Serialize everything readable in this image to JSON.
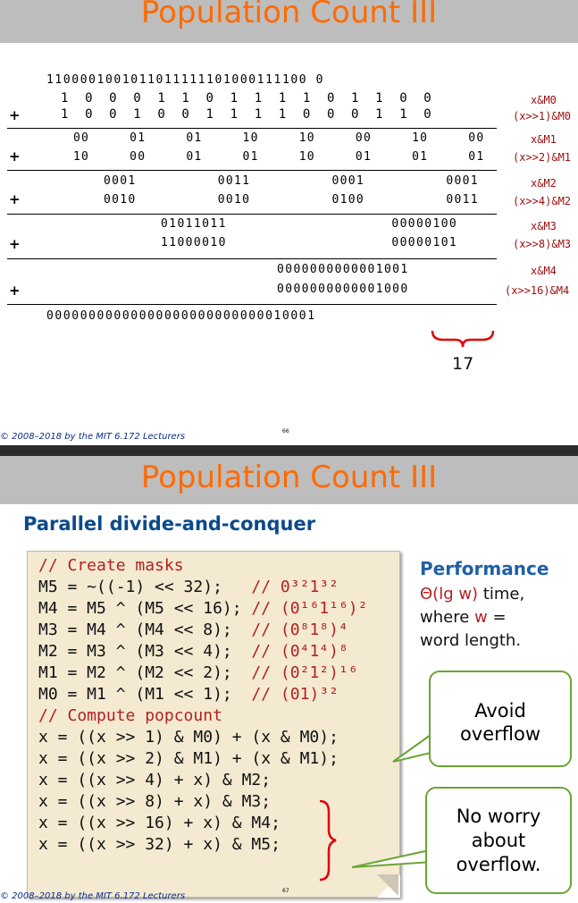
{
  "slide1": {
    "title": "Population Count III",
    "top_bits": "1100001001011011111101000111100 0",
    "rows": [
      {
        "op": "",
        "bits": "1  0  0  0  1  1  0  1  1  1  1  0  1  1  0  0",
        "tag": "x&M0"
      },
      {
        "op": "+",
        "bits": "1  0  0  1  0  0  1  1  1  1  0  0  0  1  1  0",
        "tag": "(x>>1)&M0"
      },
      {
        "op": "",
        "bits": "00     01     01     10     10     00     10     00",
        "tag": "x&M1"
      },
      {
        "op": "+",
        "bits": "10     00     01     01     10     01     01     01",
        "tag": "(x>>2)&M1"
      },
      {
        "op": "",
        "bits": "0001          0011          0001          0001",
        "tag": "x&M2"
      },
      {
        "op": "+",
        "bits": "0010          0010          0100          0011",
        "tag": "(x>>4)&M2"
      },
      {
        "op": "",
        "bits": "01011011                    00000100",
        "tag": "x&M3"
      },
      {
        "op": "+",
        "bits": "11000010                    00000101",
        "tag": "(x>>8)&M3"
      },
      {
        "op": "",
        "bits": "0000000000001001",
        "tag": "x&M4"
      },
      {
        "op": "+",
        "bits": "0000000000001000",
        "tag": "(x>>16)&M4"
      }
    ],
    "result_bits": "00000000000000000000000000010001",
    "answer": "17",
    "copyright": "© 2008–2018 by the MIT 6.172 Lecturers",
    "page": "66"
  },
  "slide2": {
    "title": "Population Count III",
    "subtitle": "Parallel divide-and-conquer",
    "code": [
      {
        "code": "",
        "comment": "// Create masks"
      },
      {
        "code": "M5 = ~((-1) << 32);   ",
        "comment": "// 0³²1³²"
      },
      {
        "code": "M4 = M5 ^ (M5 << 16); ",
        "comment": "// (0¹⁶1¹⁶)²"
      },
      {
        "code": "M3 = M4 ^ (M4 << 8);  ",
        "comment": "// (0⁸1⁸)⁴"
      },
      {
        "code": "M2 = M3 ^ (M3 << 4);  ",
        "comment": "// (0⁴1⁴)⁸"
      },
      {
        "code": "M1 = M2 ^ (M2 << 2);  ",
        "comment": "// (0²1²)¹⁶"
      },
      {
        "code": "M0 = M1 ^ (M1 << 1);  ",
        "comment": "// (01)³²"
      },
      {
        "code": "",
        "comment": "// Compute popcount"
      },
      {
        "code": "x = ((x >> 1) & M0) + (x & M0);",
        "comment": ""
      },
      {
        "code": "x = ((x >> 2) & M1) + (x & M1);",
        "comment": ""
      },
      {
        "code": "x = ((x >> 4) + x) & M2;",
        "comment": ""
      },
      {
        "code": "x = ((x >> 8) + x) & M3;",
        "comment": ""
      },
      {
        "code": "x = ((x >> 16) + x) & M4;",
        "comment": ""
      },
      {
        "code": "x = ((x >> 32) + x) & M5;",
        "comment": ""
      }
    ],
    "performance_heading": "Performance",
    "performance_lines": [
      "Θ(lg w) time,",
      "where w =",
      "word length."
    ],
    "callout_avoid": [
      "Avoid",
      "overflow"
    ],
    "callout_noworry": [
      "No worry",
      "about",
      "overflow."
    ],
    "copyright": "© 2008–2018 by the MIT 6.172 Lecturers",
    "page": "67"
  },
  "colors": {
    "title": "#ff6a00",
    "titlebar": "#bdbdbd",
    "tag": "#9b0d0d",
    "comment": "#b22222",
    "callout_border": "#6aa533",
    "heading": "#1f5fa7"
  }
}
